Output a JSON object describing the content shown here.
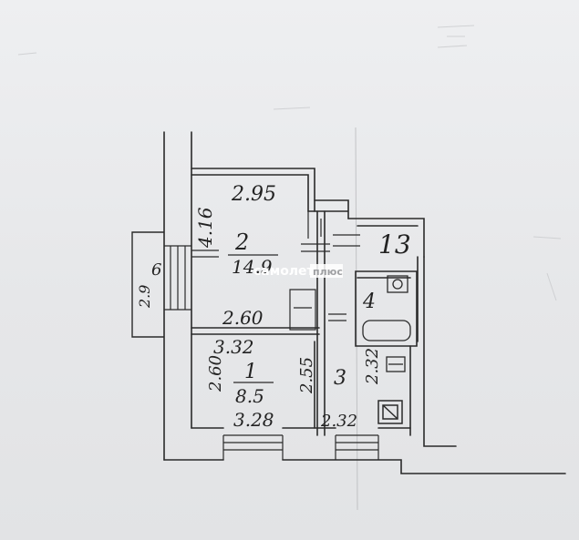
{
  "plan": {
    "ceiling_height": "13",
    "rooms": [
      {
        "number": "2",
        "area": "14.9",
        "dimensions": [
          "2.95",
          "4.16",
          "2.60"
        ]
      },
      {
        "number": "1",
        "area": "8.5",
        "dimensions": [
          "3.32",
          "2.60",
          "2.55",
          "3.28"
        ]
      },
      {
        "number": "3",
        "dimensions": [
          "2.32",
          "2.32"
        ]
      },
      {
        "number": "4"
      }
    ],
    "balcony": {
      "dimensions": [
        "2.9",
        "6"
      ]
    }
  },
  "watermark": {
    "text_part1": "самолет",
    "text_part2": "плюс"
  },
  "colors": {
    "background": "#e9eaec",
    "ink": "#222222"
  }
}
